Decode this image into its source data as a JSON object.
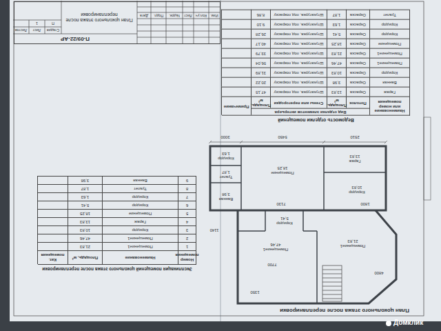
{
  "diagram": {
    "title": "План цокольного этажа после перепланировки",
    "nodes": [
      {
        "text": [
          "Гараж",
          "13,83"
        ]
      },
      {
        "text": [
          "Помещение",
          "18,25"
        ]
      },
      {
        "text": [
          "Коридор",
          "1,63"
        ]
      },
      {
        "text": [
          "Туалет",
          "1,87"
        ]
      },
      {
        "text": [
          "Ванная",
          "3,98"
        ]
      },
      {
        "text": [
          "Коридор",
          "10,83"
        ]
      },
      {
        "text": [
          "Коридор",
          "5,41"
        ]
      },
      {
        "text": [
          "Помещение1",
          "47,46"
        ]
      },
      {
        "text": [
          "Помещение1",
          "21,83"
        ]
      }
    ],
    "labels": [
      "Изм.",
      "Кол.уч",
      "Лист",
      "№док.",
      "Подп.",
      "Дата",
      "П-09/22-АР",
      "Стадия",
      "Лист",
      "Листов",
      "П",
      "1",
      "План цокольного этажа после перепланировки",
      "Ведомость отделки помещений",
      "Наименование или номер помещения",
      "Вид отделки элементов интерьера",
      "Потолок",
      "Площадь, м²",
      "Стены или перегородки",
      "Площадь, м²",
      "Примечание",
      "Гараж",
      "Окраска",
      "13,83",
      "Штукатурка, под покраску",
      "47,15",
      "Ванная",
      "Окраска",
      "3,98",
      "Штукатурка, под покраску",
      "20,22",
      "Коридор",
      "Окраска",
      "10,83",
      "Штукатурка, под покраску",
      "31,89",
      "Помещение1",
      "Окраска",
      "47,46",
      "Штукатурка, под покраску",
      "56,04",
      "Помещение1",
      "Окраска",
      "21,83",
      "Штукатурка, под покраску",
      "33,79",
      "Помещение",
      "Окраска",
      "18,25",
      "Штукатурка, под покраску",
      "40,17",
      "Коридор",
      "Окраска",
      "5,41",
      "Штукатурка, под покраску",
      "26,28",
      "Коридор",
      "Окраска",
      "1,63",
      "Штукатурка, под покраску",
      "9,10",
      "Туалет",
      "Окраска",
      "1,87",
      "Штукатурка, под покраску",
      "8,86",
      "Экспликация помещений цокольного этажа после перепланировки",
      "Номер помещения",
      "Наименование",
      "Площадь, м²",
      "Кат. помещения",
      "1",
      "Помещение1",
      "21,83",
      "2",
      "Помещение1",
      "47,46",
      "3",
      "Коридор",
      "10,83",
      "4",
      "Гараж",
      "13,83",
      "5",
      "Помещение",
      "18,25",
      "6",
      "Коридор",
      "5,41",
      "7",
      "Коридор",
      "1,63",
      "8",
      "Туалет",
      "1,87",
      "9",
      "Ванная",
      "3,98",
      "3000",
      "5450",
      "2510",
      "1140",
      "7130",
      "1800",
      "7700",
      "1350",
      "4800",
      "Домклик"
    ]
  }
}
